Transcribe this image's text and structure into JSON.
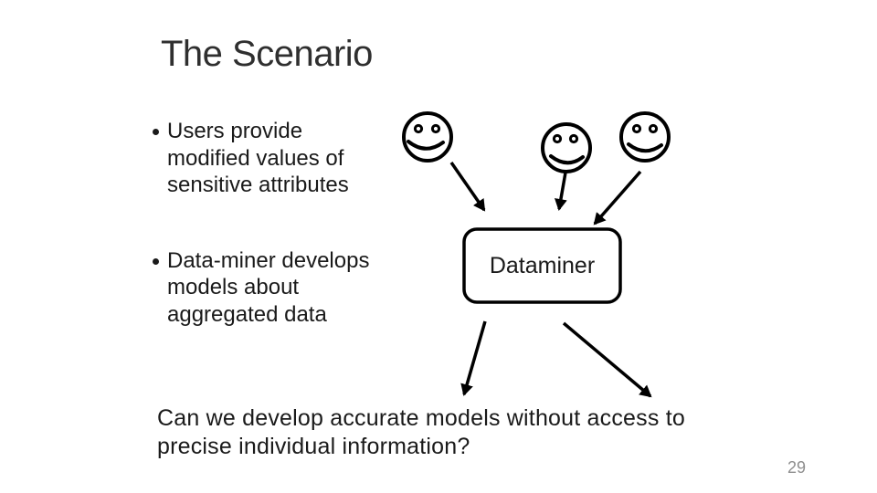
{
  "slide": {
    "title": "The Scenario",
    "bullets": [
      {
        "lines": [
          "Users provide",
          "modified values of",
          "sensitive attributes"
        ]
      },
      {
        "lines": [
          "Data-miner develops",
          "models about",
          "aggregated data"
        ]
      }
    ],
    "diagram": {
      "box_label": "Dataminer",
      "user_nodes": [
        "smiley-face-1",
        "smiley-face-2",
        "smiley-face-3"
      ],
      "arrows_into_box": 3,
      "arrows_out_of_box": 2,
      "stroke_color": "#000000"
    },
    "question_lines": [
      "Can we develop accurate models without access to",
      "precise individual information?"
    ],
    "page_number": "29",
    "colors": {
      "background": "#ffffff",
      "title_text": "#2f2f2f",
      "body_text": "#1a1a1a",
      "page_number": "#8e8e8e"
    }
  }
}
